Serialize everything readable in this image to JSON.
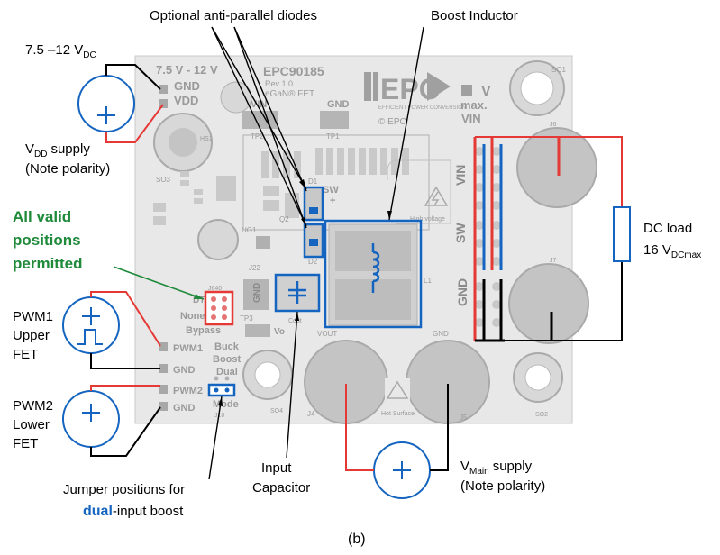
{
  "callouts": {
    "diodes": "Optional anti-parallel diodes",
    "inductor": "Boost Inductor",
    "vdd_range": "7.5 –12 V",
    "vdd_range_sub": "DC",
    "vdd_supply": "supply",
    "vdd_supply_v": "V",
    "vdd_supply_sub": "DD",
    "vdd_note": "(Note polarity)",
    "valid_1": "All valid",
    "valid_2": "positions",
    "valid_3": "permitted",
    "pwm1_1": "PWM1",
    "pwm1_2": "Upper",
    "pwm1_3": "FET",
    "pwm2_1": "PWM2",
    "pwm2_2": "Lower",
    "pwm2_3": "FET",
    "jumper_1": "Jumper positions for",
    "jumper_2a": "dual",
    "jumper_2b": "-input boost",
    "input_cap_1": "Input",
    "input_cap_2": "Capacitor",
    "vmain_v": "V",
    "vmain_sub": "Main",
    "vmain_supply": "supply",
    "vmain_note": "(Note polarity)",
    "dc_load": "DC load",
    "dc_load_val": "16 V",
    "dc_load_sub": "DCmax",
    "figure_label": "(b)"
  },
  "board": {
    "vin_range": "7.5 V - 12 V",
    "gnd": "GND",
    "vdd": "VDD",
    "part": "EPC90185",
    "rev": "Rev 1.0",
    "egan": "eGaN® FET",
    "vin": "VIN",
    "tp2": "TP2",
    "tp1": "TP1",
    "logo": "EPC",
    "logo_sub": "EFFICIENT POWER CONVERSION",
    "copyright": "© EPC",
    "max_v": "V",
    "max": "max.",
    "max_vin": "VIN",
    "so1": "SO1",
    "j6": "J6",
    "hs1": "HS1",
    "so3": "SO3",
    "sw": "SW",
    "high_voltage": "High voltage",
    "l1": "L1",
    "vin_side": "VIN",
    "sw_side": "SW",
    "gnd_side": "GND",
    "j7": "J7",
    "j640": "J640",
    "dt": "DT",
    "none": "None",
    "bypass": "Bypass",
    "tp3": "TP3",
    "cout": "Cout",
    "vout_tp": "Vo",
    "pwm1": "PWM1",
    "gnd1": "GND",
    "pwm2": "PWM2",
    "gnd2": "GND",
    "buck": "Buck",
    "boost": "Boost",
    "dual": "Dual",
    "mode": "Mode",
    "vout": "VOUT",
    "gnd_pad": "GND",
    "so4": "SO4",
    "j4": "J4",
    "j5": "J5",
    "hot_surface": "Hot Surface",
    "so2": "SO2",
    "q2": "Q2",
    "d1": "D1",
    "d2": "D2",
    "ug1": "UG1",
    "j22": "J22",
    "j10": "J10"
  },
  "colors": {
    "blue": "#1565c0",
    "red": "#e53935",
    "black": "#000000",
    "green": "#1f8a3a",
    "board": "#eaeaea"
  },
  "icons": [
    "plus-icon",
    "pulse-icon",
    "inductor-icon",
    "capacitor-icon",
    "high-voltage-icon",
    "hot-surface-icon"
  ]
}
